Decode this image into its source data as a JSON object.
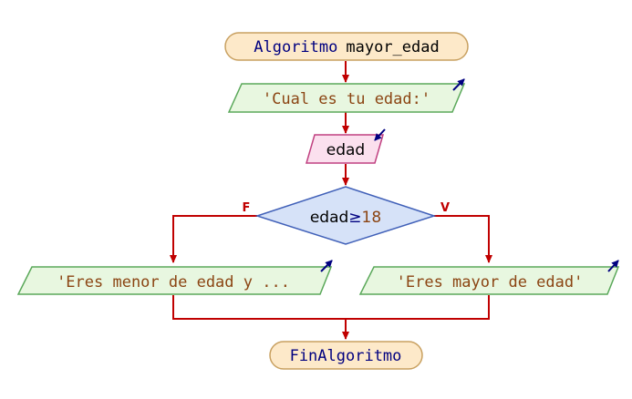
{
  "flowchart": {
    "start": {
      "keyword": "Algoritmo",
      "name": "mayor_edad"
    },
    "prompt_output": "'Cual es tu edad:'",
    "input": "edad",
    "decision": {
      "variable": "edad",
      "operator": "≥",
      "value": "18"
    },
    "false_label": "F",
    "true_label": "V",
    "false_output": "'Eres menor de edad y ...",
    "true_output": "'Eres mayor de edad'",
    "end": "FinAlgoritmo"
  },
  "colors": {
    "line": "#c00000",
    "keyword": "#000080",
    "literal": "#8b4513",
    "terminator_fill": "#fde9c9",
    "terminator_stroke": "#c8a060",
    "output_fill": "#e8f7e0",
    "output_stroke": "#5aa85a",
    "input_fill": "#fbe0ee",
    "input_stroke": "#c04080",
    "decision_fill": "#d6e2f8",
    "decision_stroke": "#4060b8",
    "io_arrow": "#000080"
  }
}
